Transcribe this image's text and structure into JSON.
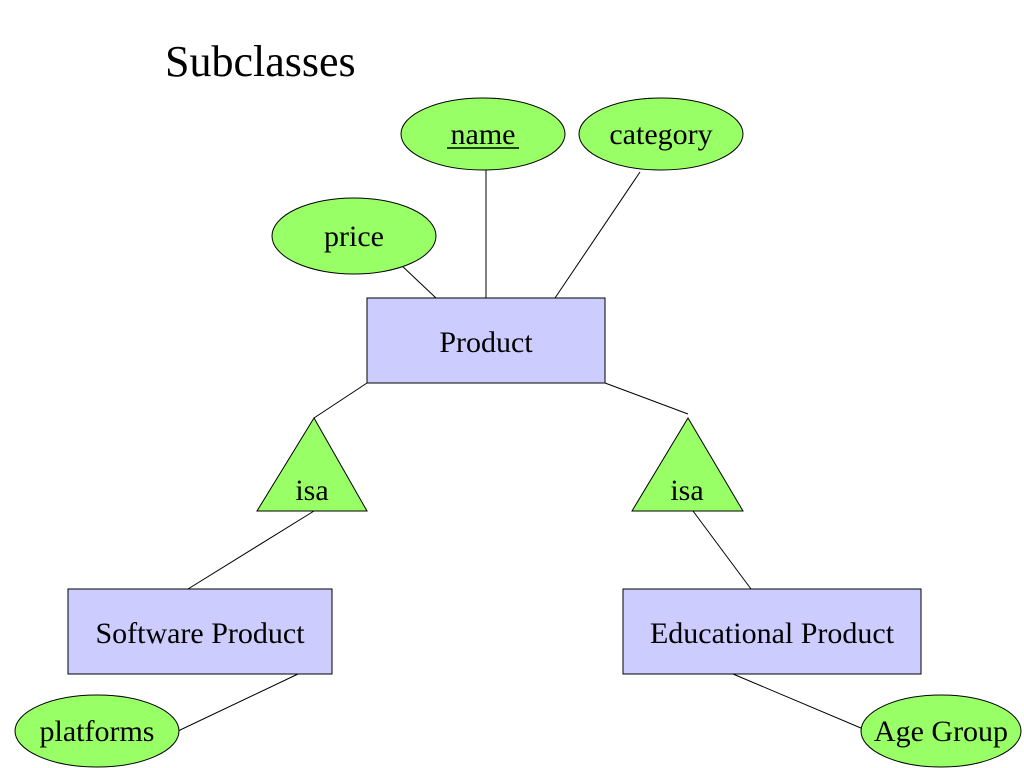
{
  "slide": {
    "title": "Subclasses"
  },
  "diagram": {
    "entities": {
      "product": "Product",
      "software_product": "Software Product",
      "educational_product": "Educational Product"
    },
    "attributes": {
      "name": "name",
      "category": "category",
      "price": "price",
      "platforms": "platforms",
      "age_group": "Age Group"
    },
    "isa": {
      "left": "isa",
      "right": "isa"
    },
    "key_attribute": "name",
    "colors": {
      "entity_fill": "#ccccff",
      "attribute_fill": "#99ff66",
      "stroke": "#000000"
    }
  }
}
